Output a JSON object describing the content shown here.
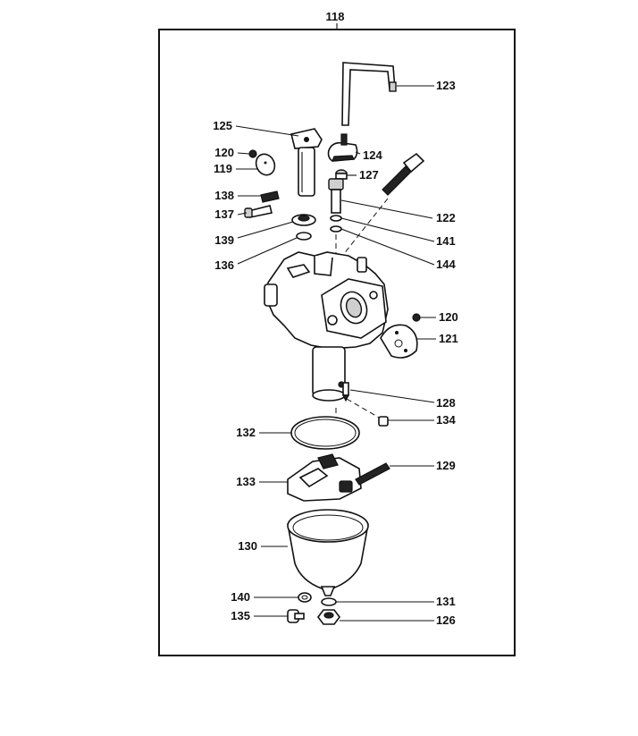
{
  "diagram": {
    "assembly_number": "118",
    "callouts": [
      {
        "id": "c123",
        "label": "123"
      },
      {
        "id": "c125",
        "label": "125"
      },
      {
        "id": "c124",
        "label": "124"
      },
      {
        "id": "c120a",
        "label": "120"
      },
      {
        "id": "c119",
        "label": "119"
      },
      {
        "id": "c127",
        "label": "127"
      },
      {
        "id": "c138",
        "label": "138"
      },
      {
        "id": "c122",
        "label": "122"
      },
      {
        "id": "c137",
        "label": "137"
      },
      {
        "id": "c139",
        "label": "139"
      },
      {
        "id": "c141",
        "label": "141"
      },
      {
        "id": "c136",
        "label": "136"
      },
      {
        "id": "c144",
        "label": "144"
      },
      {
        "id": "c120b",
        "label": "120"
      },
      {
        "id": "c121",
        "label": "121"
      },
      {
        "id": "c128",
        "label": "128"
      },
      {
        "id": "c134",
        "label": "134"
      },
      {
        "id": "c132",
        "label": "132"
      },
      {
        "id": "c129",
        "label": "129"
      },
      {
        "id": "c133",
        "label": "133"
      },
      {
        "id": "c130",
        "label": "130"
      },
      {
        "id": "c140",
        "label": "140"
      },
      {
        "id": "c131",
        "label": "131"
      },
      {
        "id": "c135",
        "label": "135"
      },
      {
        "id": "c126",
        "label": "126"
      }
    ]
  }
}
